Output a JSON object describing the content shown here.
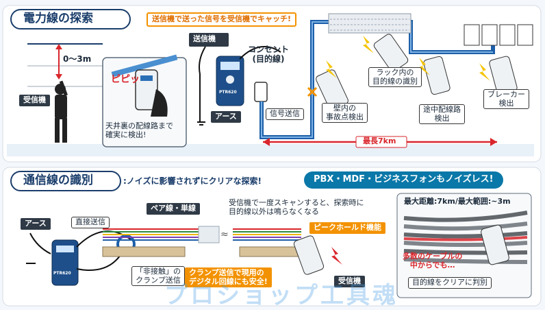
{
  "section1": {
    "title": "電力線の探索",
    "banner": "送信機で送った信号を受信機でキャッチ!",
    "height_label": "0〜3m",
    "receiver_label": "受信機",
    "transmitter_label": "送信機",
    "outlet_label": "コンセント\n(目的線)",
    "ceiling_note": "天井裏の配線路まで\n確実に検出!",
    "ground_label": "アース",
    "signal_send": "信号送信",
    "wall_fault": "壁内の\n事故点検出",
    "rack_label": "ラック内の\n目的線の識別",
    "midway_label": "途中配線路\n検出",
    "breaker_label": "ブレーカー\n検出",
    "max_length": "最長7km"
  },
  "section2": {
    "title": "通信線の識別",
    "subtitle": ":ノイズに影響されずにクリアな探索!",
    "pill": "PBX・MDF・ビジネスフォンもノイズレス!",
    "ground_label": "アース",
    "direct_send": "直接送信",
    "pair_line": "ペア線・単線",
    "scan_note": "受信機で一度スキャンすると、探索時に\n目的線以外は鳴らなくなる",
    "peak_hold": "ピークホールド機能",
    "clamp_label": "「非接触」の\nクランプ送信",
    "clamp_note": "クランプ送信で現用の\nデジタル回線にも安全!",
    "receiver_label": "受信機",
    "max_info": "最大距離:7km/最大範囲:~3m",
    "cable_note": "多数のケーブルの\n中からでも…",
    "clear_id": "目的線をクリアに判別"
  },
  "device_text": "PTR620",
  "watermark": "プロショップ工具魂",
  "colors": {
    "accent_blue": "#1a3d6b",
    "wire_blue": "#1d5fa8",
    "orange": "#f39200",
    "pill": "#0a78a8"
  }
}
